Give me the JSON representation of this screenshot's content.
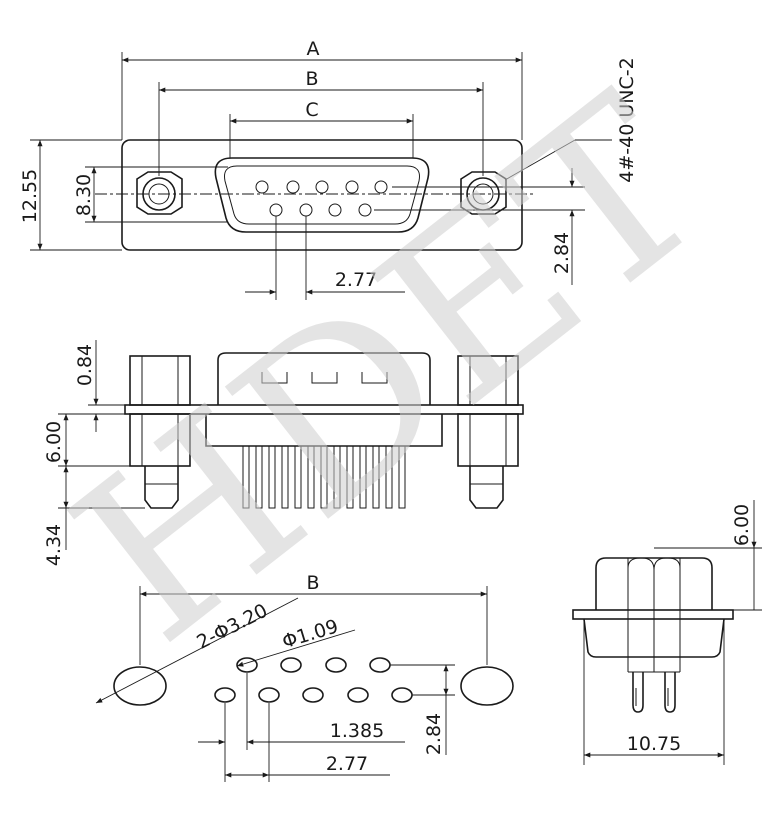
{
  "watermark": "HDET",
  "front_view": {
    "dim_a": "A",
    "dim_b": "B",
    "dim_c": "C",
    "height_total": "12.55",
    "height_shell": "8.30",
    "row_offset": "2.84",
    "pin_pitch": "2.77",
    "thread_note": "4#-40 UNC-2"
  },
  "side_view": {
    "flange_thickness": "0.84",
    "body_height": "6.00",
    "tail_length": "4.34"
  },
  "footprint": {
    "dim_b": "B",
    "mount_hole": "2-Φ3.20",
    "pin_hole": "Φ1.09",
    "half_pitch": "1.385",
    "row_offset": "2.84",
    "pin_pitch": "2.77"
  },
  "end_view": {
    "height": "6.00",
    "width": "10.75"
  }
}
